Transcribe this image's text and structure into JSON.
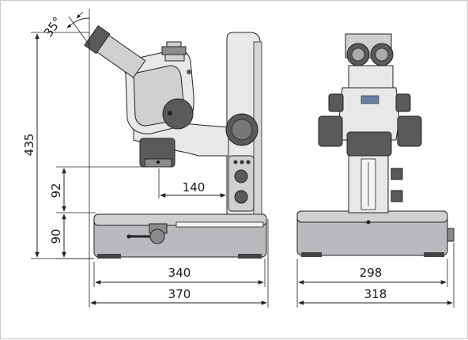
{
  "dimensions": {
    "height_total": "435",
    "height_stage": "92",
    "height_base": "90",
    "reach": "140",
    "base_depth": "340",
    "total_depth": "370",
    "base_width": "298",
    "total_width": "318",
    "angle": "35°"
  },
  "colors": {
    "stroke": "#222222",
    "body": "#e8e8ea",
    "dark": "#5a5a5a",
    "base": "#b9babd",
    "frame": "#c9c9c9"
  }
}
